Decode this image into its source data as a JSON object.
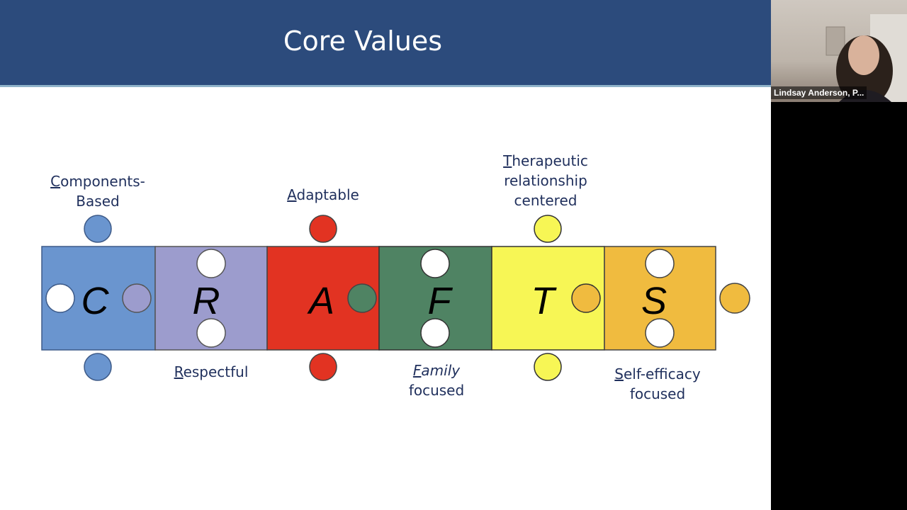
{
  "slide": {
    "title": "Core Values",
    "pieces": [
      {
        "letter": "C",
        "color": "#6a95cf"
      },
      {
        "letter": "R",
        "color": "#9c9ccd"
      },
      {
        "letter": "A",
        "color": "#e23322"
      },
      {
        "letter": "F",
        "color": "#4f8363"
      },
      {
        "letter": "T",
        "color": "#f7f655"
      },
      {
        "letter": "S",
        "color": "#f0bb3f"
      }
    ],
    "labels": {
      "components": {
        "initial": "C",
        "rest": "omponents-",
        "line2": "Based"
      },
      "respectful": {
        "initial": "R",
        "rest": "espectful"
      },
      "adaptable": {
        "initial": "A",
        "rest": "daptable"
      },
      "family": {
        "initial": "F",
        "rest": "amily",
        "line2": "focused"
      },
      "therapeutic": {
        "initial": "T",
        "rest": "herapeutic",
        "line2": "relationship",
        "line3": "centered"
      },
      "self_efficacy": {
        "initial": "S",
        "rest": "elf-efficacy",
        "line2": "focused"
      }
    }
  },
  "video": {
    "participant_name": "Lindsay Anderson, P..."
  }
}
